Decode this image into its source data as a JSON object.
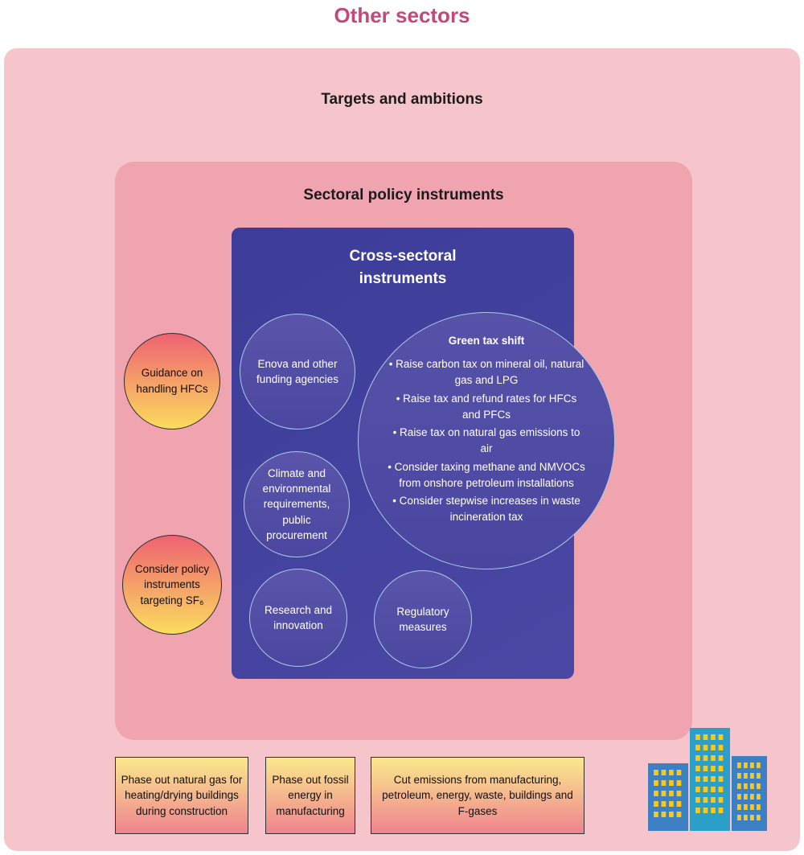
{
  "page": {
    "title": "Other sectors"
  },
  "outer": {
    "label": "Targets and ambitions"
  },
  "sectoral": {
    "label": "Sectoral policy instruments"
  },
  "cross_sectoral": {
    "title": "Cross-sectoral instruments",
    "circles": [
      {
        "label": "Enova and other funding agencies"
      },
      {
        "label": "Climate and environmental requirements, public procurement"
      },
      {
        "label": "Research and innovation"
      },
      {
        "label": "Regulatory measures"
      }
    ],
    "green_tax": {
      "title": "Green tax shift",
      "items": [
        "• Raise carbon tax on mineral oil, natural gas and LPG",
        "• Raise tax and refund rates for HFCs and PFCs",
        "• Raise tax on natural gas emissions to air",
        "• Consider taxing methane and NMVOCs from onshore petroleum installations",
        "• Consider stepwise increases in waste incineration tax"
      ]
    }
  },
  "side_circles": [
    {
      "label": "Guidance on handling HFCs"
    },
    {
      "label": "Consider policy instruments targeting SF₆"
    }
  ],
  "bottom_boxes": [
    {
      "label": "Phase out natural gas for heating/drying buildings during construction"
    },
    {
      "label": "Phase out fossil energy in manufacturing"
    },
    {
      "label": "Cut emissions from manufacturing, petroleum, energy, waste, buildings and F-gases"
    }
  ],
  "colors": {
    "title_accent": "#c2497c",
    "outer_bg": "#f6c5cb",
    "inner_bg": "#f0a4b0",
    "blue_1": "#3c3c99",
    "blue_2": "#4b48a4",
    "circle_border": "#aac9e4",
    "warm_top": "#ee6272",
    "warm_bottom": "#fbdc5e",
    "box_top": "#fbe98c",
    "box_bottom": "#ee8390",
    "building_blue": "#3c7fc3",
    "building_mid": "#2b9fc7",
    "window_yellow": "#f8c81c"
  }
}
